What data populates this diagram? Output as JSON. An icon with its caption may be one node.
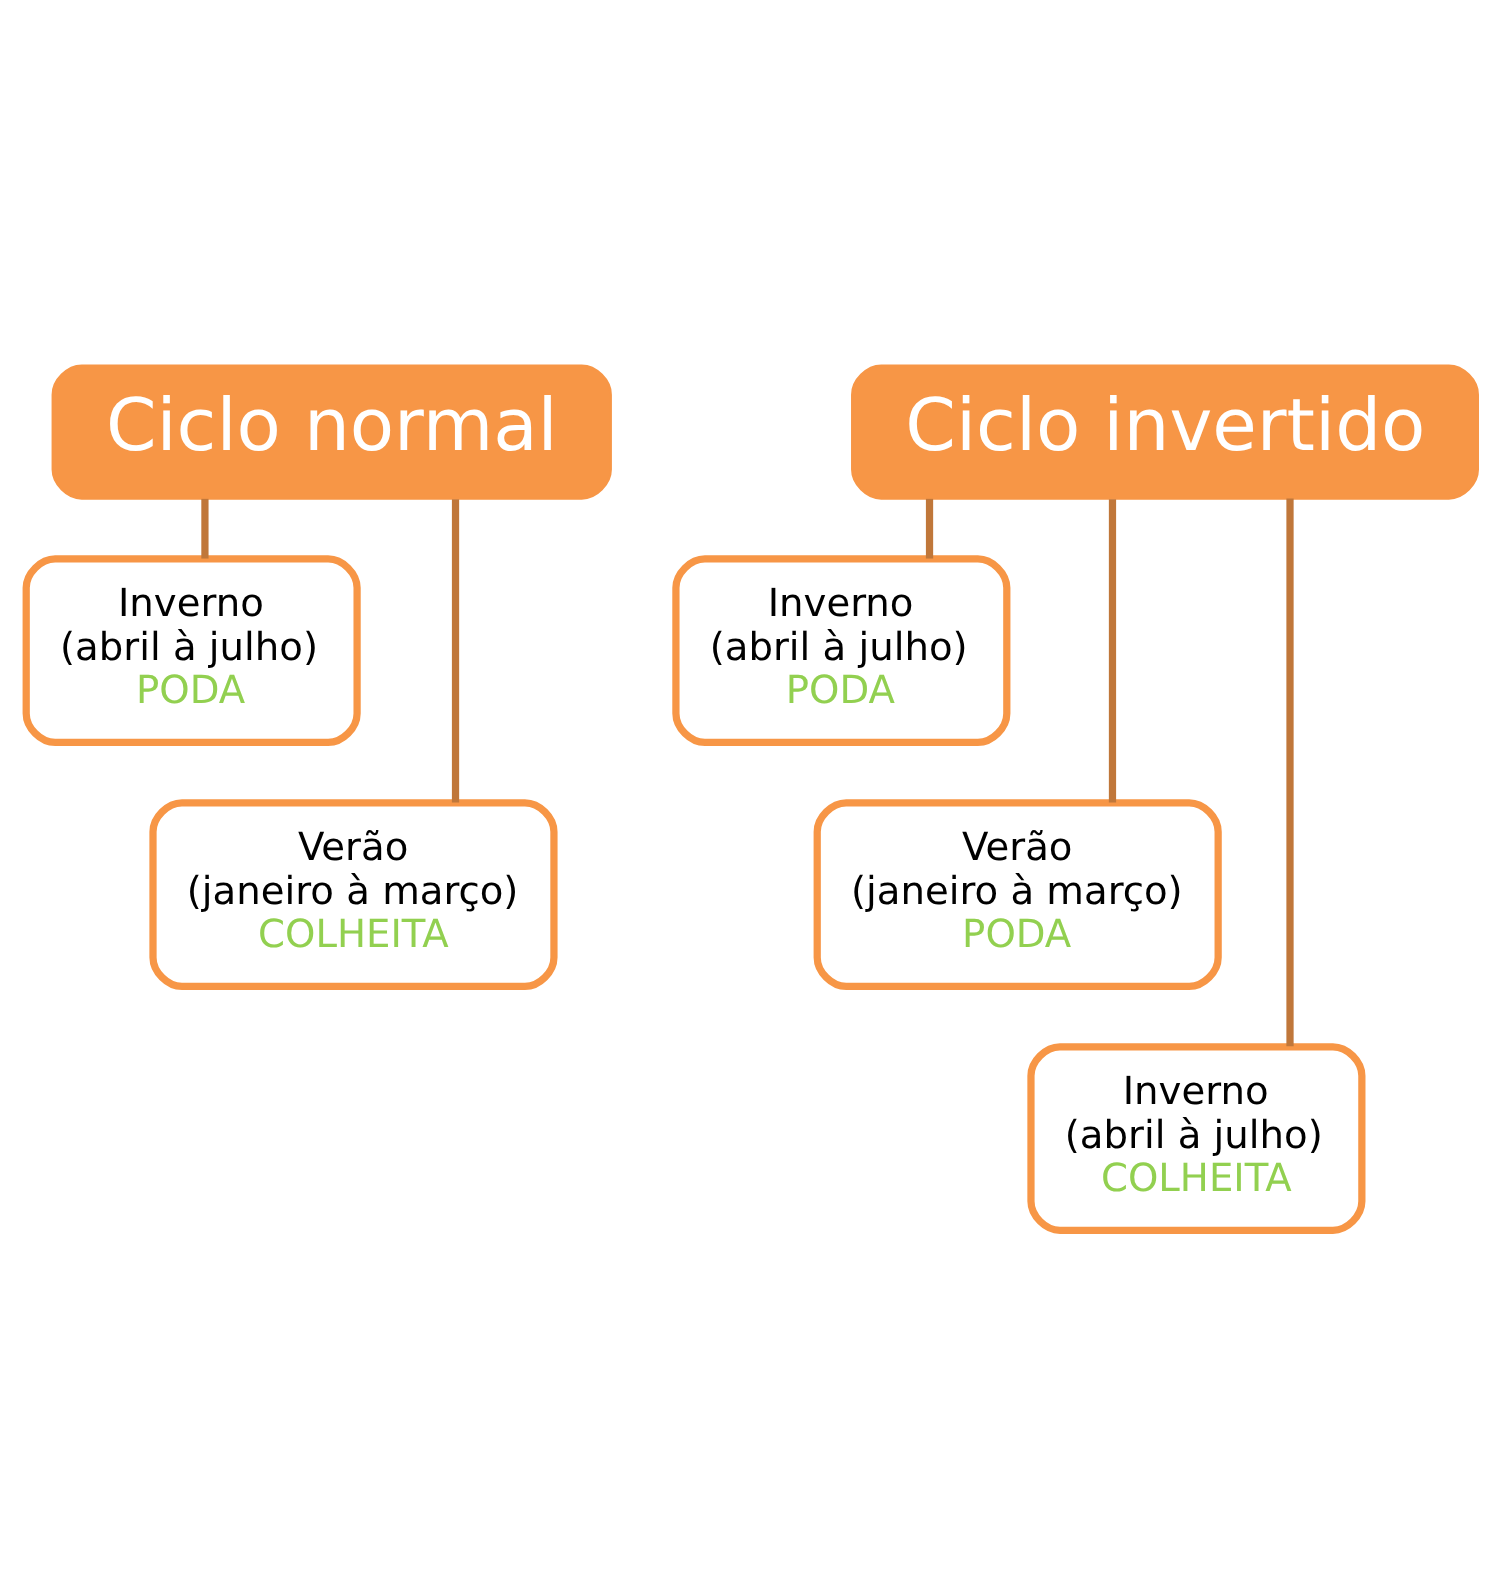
{
  "diagram": {
    "nodes": [
      {
        "text": [
          "Ciclo normal"
        ]
      },
      {
        "text": [
          "Inverno",
          "(abril à julho)",
          "PODA"
        ]
      },
      {
        "text": [
          "Verão",
          "(janeiro à março)",
          "COLHEITA"
        ]
      },
      {
        "text": [
          "Ciclo invertido"
        ]
      },
      {
        "text": [
          "Inverno",
          "(abril à julho)",
          "PODA"
        ]
      },
      {
        "text": [
          "Verão",
          "(janeiro à março)",
          "PODA"
        ]
      },
      {
        "text": [
          "Inverno",
          "(abril à julho)",
          "COLHEITA"
        ]
      }
    ],
    "edges": [
      {
        "from": 0,
        "to": 1,
        "arrow": "none"
      },
      {
        "from": 0,
        "to": 2,
        "arrow": "none"
      },
      {
        "from": 3,
        "to": 4,
        "arrow": "none"
      },
      {
        "from": 3,
        "to": 5,
        "arrow": "none"
      },
      {
        "from": 3,
        "to": 6,
        "arrow": "none"
      }
    ]
  }
}
